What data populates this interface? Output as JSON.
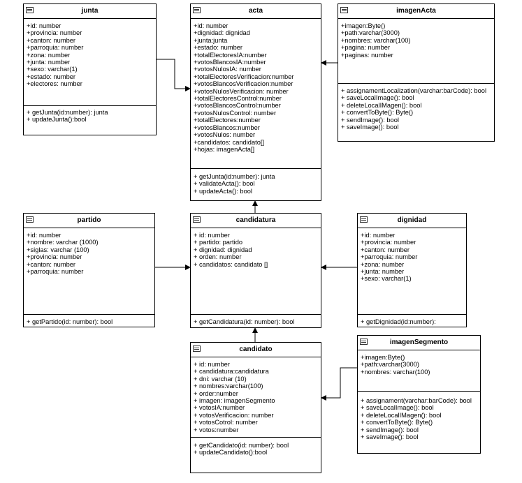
{
  "classes": {
    "junta": {
      "name": "junta",
      "attributes": [
        "+id: number",
        "+provincia: number",
        "+canton: number",
        "+parroquia: number",
        "+zona: number",
        "+junta: number",
        "+sexo: varchar(1)",
        "+estado: number",
        "+electores: number"
      ],
      "methods": [
        "+ getJunta(id:number): junta",
        "+ updateJunta():bool"
      ]
    },
    "acta": {
      "name": "acta",
      "attributes": [
        "+id: number",
        "+dignidad: dignidad",
        "+junta:junta",
        "+estado: number",
        "+totalElectoresIA:number",
        "+votosBlancosIA:number",
        "+votosNulosIA: number",
        "+totalElectoresVerificacion:number",
        "+votosBlancosVerificacion:number",
        "+votosNulosVerificacion: number",
        "+totalElectoresControl:number",
        "+votosBlancosControl:number",
        "+votosNulosControl: number",
        "+totalElectores:number",
        "+votosBlancos:number",
        "+votosNulos: number",
        "+candidatos: candidato[]",
        "+hojas: imagenActa[]"
      ],
      "methods": [
        "+ getJunta(id:number): junta",
        "+ validateActa(): bool",
        "+ updateActa(): bool"
      ]
    },
    "imagenActa": {
      "name": "imagenActa",
      "attributes": [
        "+imagen:Byte()",
        "+path:varchar(3000)",
        "+nombres: varchar(100)",
        "+pagina: number",
        "+paginas:  number"
      ],
      "methods": [
        "+ assignamentLocalization(varchar:barCode): bool",
        "+ saveLocalImage(): bool",
        "+ deleteLocalIMagen(): bool",
        "+ convertToByte(): Byte()",
        "+ sendImage(): bool",
        "+ saveImage(): bool"
      ]
    },
    "partido": {
      "name": "partido",
      "attributes": [
        "+id: number",
        "+nombre: varchar (1000)",
        "+siglas: varchar (100)",
        "+provincia: number",
        "+canton: number",
        "+parroquia: number"
      ],
      "methods": [
        "+ getPartido(id: number): bool"
      ]
    },
    "candidatura": {
      "name": "candidatura",
      "attributes": [
        "+ id: number",
        "+ partido: partido",
        "+ dignidad: dignidad",
        "+ orden: number",
        "+ candidatos: candidato []"
      ],
      "methods": [
        "+ getCandidatura(id: number): bool"
      ]
    },
    "dignidad": {
      "name": "dignidad",
      "attributes": [
        "+id: number",
        "+provincia: number",
        "+canton: number",
        "+parroquia: number",
        "+zona: number",
        "+junta: number",
        "+sexo: varchar(1)"
      ],
      "methods": [
        "+ getDignidad(id:number):"
      ]
    },
    "candidato": {
      "name": "candidato",
      "attributes": [
        "+ id: number",
        "+ candidatura:candidatura",
        "+ dni: varchar (10)",
        "+ nombres:varchar(100)",
        "+ order:number",
        "+ imagen: imagenSegmento",
        "+ votosIA:number",
        "+ votosVerificacion: number",
        "+ votosCotrol: number",
        "+ votos:number"
      ],
      "methods": [
        "+ getCandidato(id: number): bool",
        "+ updateCandidato():bool"
      ]
    },
    "imagenSegmento": {
      "name": "imagenSegmento",
      "attributes": [
        "+imagen:Byte()",
        "+path:varchar(3000)",
        "+nombres: varchar(100)"
      ],
      "methods": [
        "+ assignament(varchar:barCode): bool",
        "+ saveLocalImage(): bool",
        "+ deleteLocalIMagen(): bool",
        "+ convertToByte(): Byte()",
        "+ sendImage(): bool",
        "+ saveImage(): bool"
      ]
    }
  },
  "colors": {
    "line": "#000000",
    "arrow_accent": "#2aa9c9"
  }
}
